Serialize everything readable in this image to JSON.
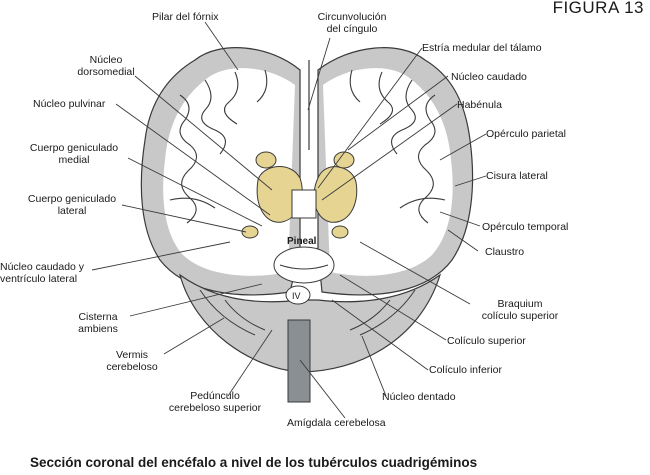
{
  "figure_number": "FIGURA 13",
  "caption": "Sección coronal del encéfalo a nivel de los tubérculos cuadrigéminos",
  "labels": {
    "pilar_fornix": "Pilar del fórnix",
    "circunvolucion_cingulo": "Circunvolución\ndel cíngulo",
    "estria_medular": "Estría medular del tálamo",
    "nucleo_dorsomedial": "Núcleo\ndorsomedial",
    "nucleo_caudado_top": "Núcleo caudado",
    "habenula": "Habénula",
    "nucleo_pulvinar": "Núcleo pulvinar",
    "operculo_parietal": "Opérculo parietal",
    "cuerpo_geniculado_medial": "Cuerpo geniculado\nmedial",
    "cisura_lateral": "Cisura lateral",
    "cuerpo_geniculado_lateral": "Cuerpo geniculado\nlateral",
    "operculo_temporal": "Opérculo temporal",
    "pineal": "Pineal",
    "claustro": "Claustro",
    "nucleo_caudado_ventriculo": "Núcleo caudado y\nventrículo lateral",
    "ventriculo_iv": "IV",
    "braquium": "Braquium\ncolículo superior",
    "cisterna_ambiens": "Cisterna\nambiens",
    "coliculo_superior": "Colículo superior",
    "vermis": "Vermis\ncerebeloso",
    "coliculo_inferior": "Colículo inferior",
    "pedunculo": "Pedúnculo\ncerebeloso superior",
    "nucleo_dentado": "Núcleo dentado",
    "amigdala": "Amígdala cerebelosa"
  },
  "colors": {
    "thalamus": "#e6d493",
    "cortex_gray": "#c8c8c8",
    "white_matter": "#ffffff",
    "brainstem": "#8a8f93",
    "outline": "#3a3a3a"
  }
}
